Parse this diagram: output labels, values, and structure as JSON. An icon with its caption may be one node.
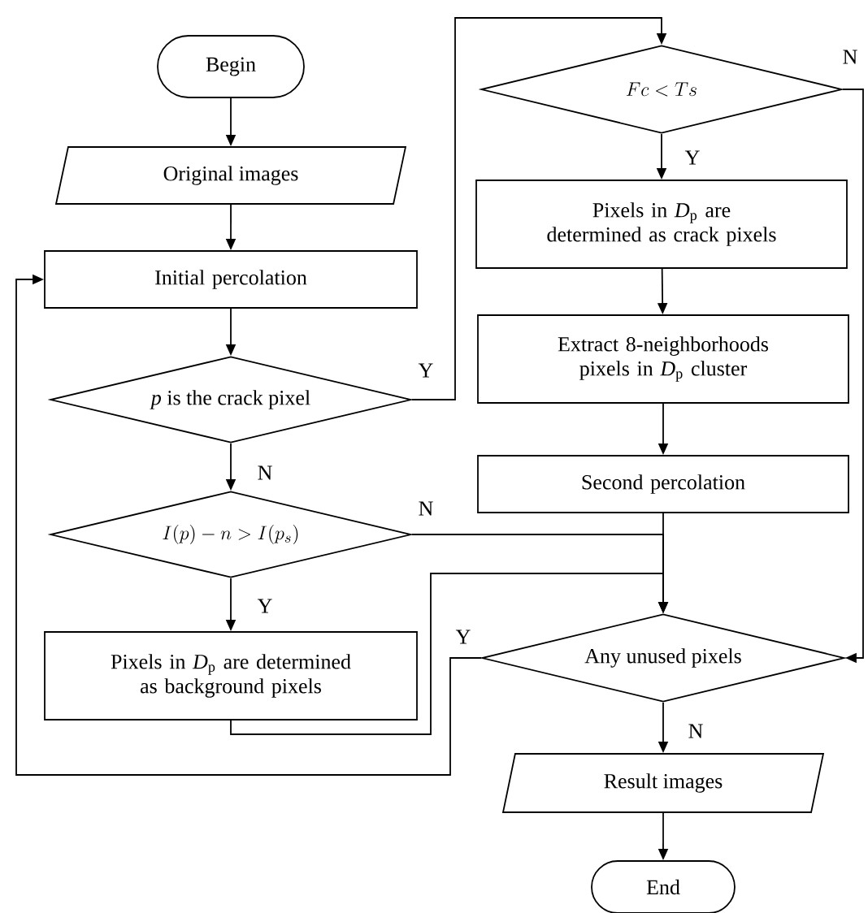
{
  "diagram": {
    "nodes": [
      {
        "text": [
          "Begin"
        ]
      },
      {
        "text": [
          "Original images"
        ]
      },
      {
        "text": [
          "Initial percolation"
        ]
      },
      {
        "text": [
          "*p* is the crack pixel"
        ]
      },
      {
        "text": [
          "I(p)-n>I(p_{s})"
        ]
      },
      {
        "text": [
          "Pixels in *D*$_{p}$ are determined as background pixels"
        ]
      },
      {
        "text": [
          "Fc<Ts"
        ]
      },
      {
        "text": [
          "Pixels in *D*$_{p}$ are determined as crack pixels"
        ]
      },
      {
        "text": [
          "Extract 8-neighborhoods pixels in *D*$_{p}$ cluster"
        ]
      },
      {
        "text": [
          "Second percolation"
        ]
      },
      {
        "text": [
          "Any unused pixels"
        ]
      },
      {
        "text": [
          "Result images"
        ]
      },
      {
        "text": [
          "End"
        ]
      }
    ],
    "edges": [
      {
        "from": 0,
        "to": 1,
        "arrow": "to"
      },
      {
        "from": 1,
        "to": 2,
        "arrow": "to"
      },
      {
        "from": 2,
        "to": 3,
        "arrow": "to"
      },
      {
        "from": 3,
        "to": 6,
        "arrow": "to",
        "label": "Y"
      },
      {
        "from": 3,
        "to": 4,
        "arrow": "to",
        "label": "N"
      },
      {
        "from": 4,
        "to": 10,
        "arrow": "to",
        "label": "N"
      },
      {
        "from": 4,
        "to": 5,
        "arrow": "to",
        "label": "Y"
      },
      {
        "from": 5,
        "to": 10,
        "arrow": "to"
      },
      {
        "from": 6,
        "to": 7,
        "arrow": "to",
        "label": "Y"
      },
      {
        "from": 6,
        "to": 10,
        "arrow": "to",
        "label": "N"
      },
      {
        "from": 7,
        "to": 8,
        "arrow": "to"
      },
      {
        "from": 8,
        "to": 9,
        "arrow": "to"
      },
      {
        "from": 9,
        "to": 10,
        "arrow": "to"
      },
      {
        "from": 10,
        "to": 2,
        "arrow": "to",
        "label": "Y"
      },
      {
        "from": 10,
        "to": 11,
        "arrow": "to",
        "label": "N"
      },
      {
        "from": 11,
        "to": 12,
        "arrow": "to"
      }
    ]
  }
}
